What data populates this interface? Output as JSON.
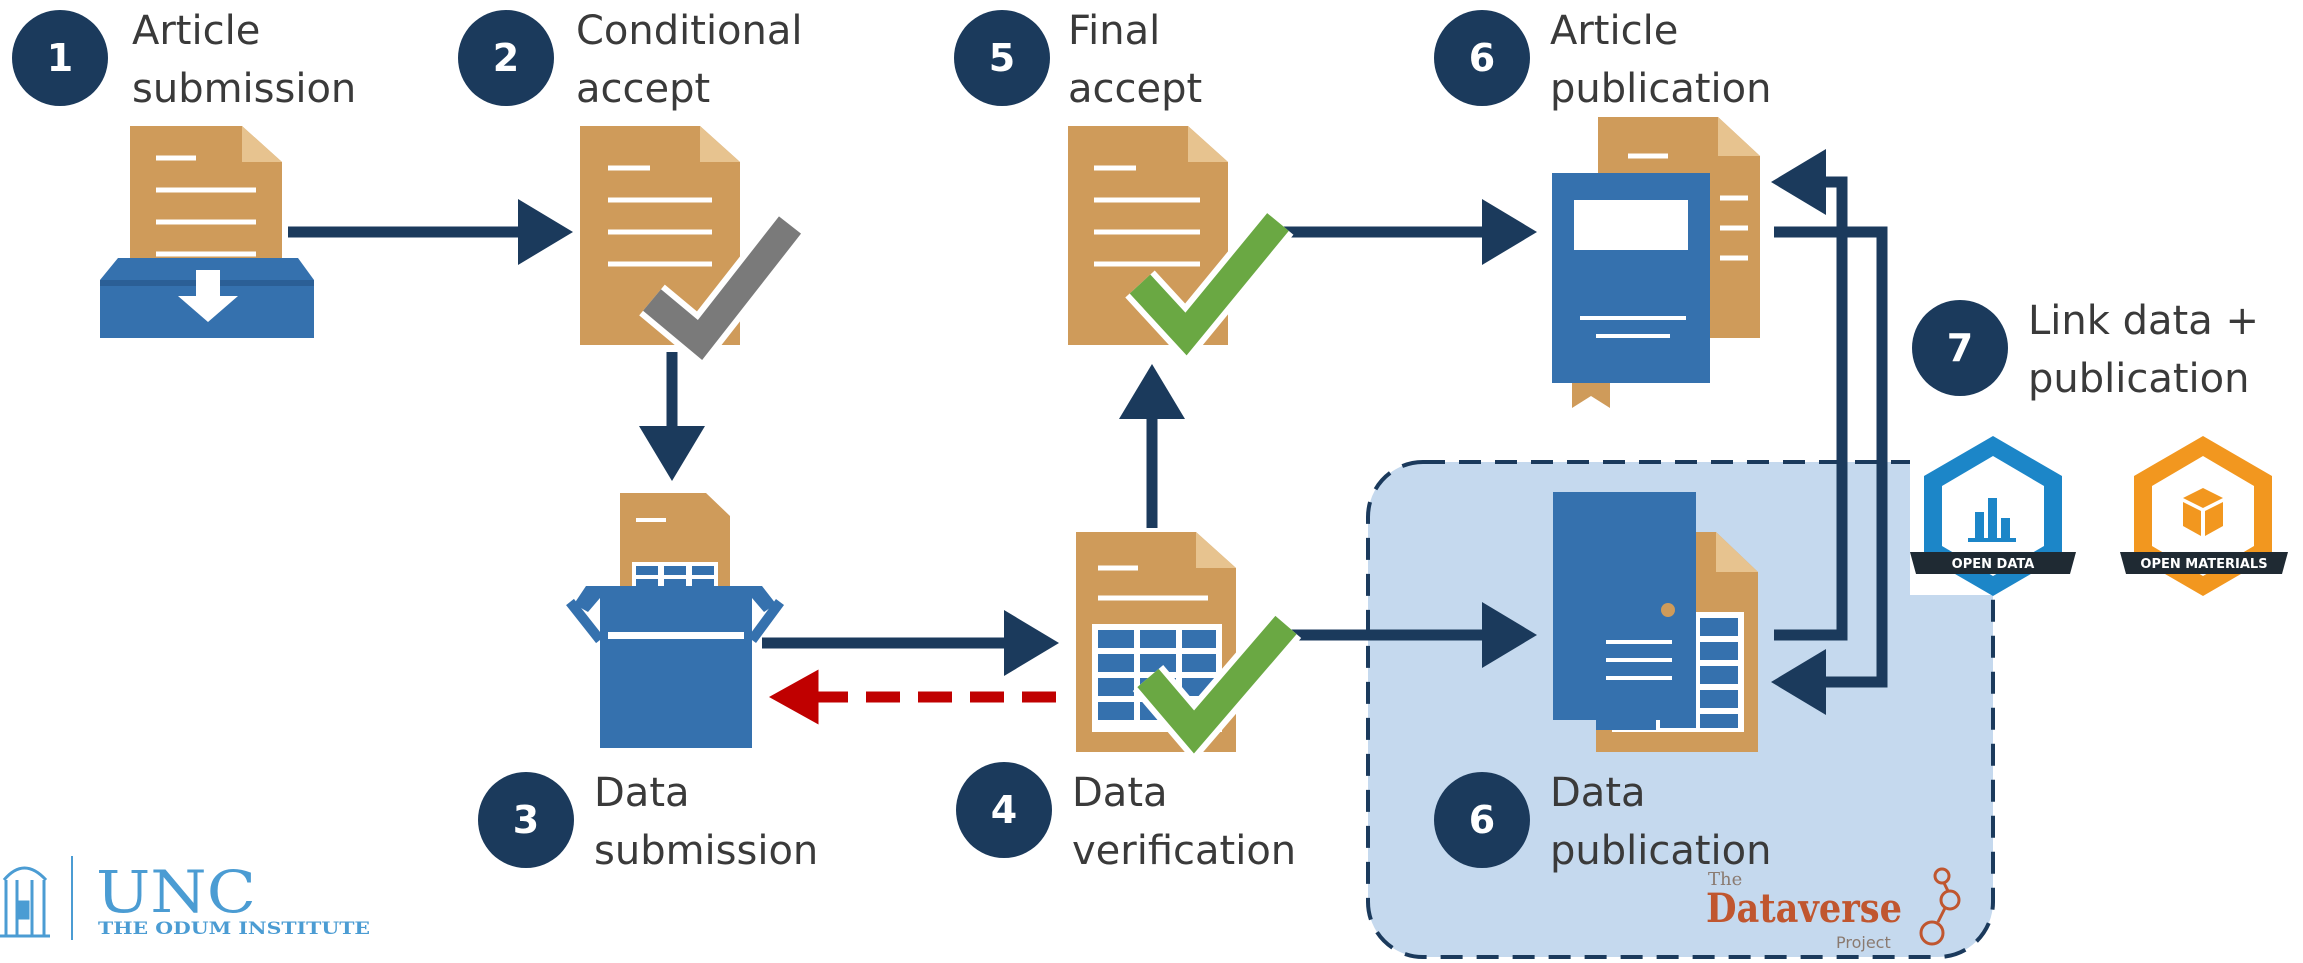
{
  "steps": [
    {
      "num": "1",
      "line1": "Article",
      "line2": "submission"
    },
    {
      "num": "2",
      "line1": "Conditional",
      "line2": "accept"
    },
    {
      "num": "3",
      "line1": "Data",
      "line2": "submission"
    },
    {
      "num": "4",
      "line1": "Data",
      "line2": "verification"
    },
    {
      "num": "5",
      "line1": "Final",
      "line2": "accept"
    },
    {
      "num": "6",
      "line1": "Article",
      "line2": "publication"
    },
    {
      "num": "6",
      "line1": "Data",
      "line2": "publication"
    },
    {
      "num": "7",
      "line1": "Link data +",
      "line2": "publication"
    }
  ],
  "badges": {
    "open_data": "OPEN DATA",
    "open_materials": "OPEN MATERIALS"
  },
  "dataverse": {
    "the": "The",
    "name": "Dataverse",
    "project": "Project"
  },
  "unc": {
    "name": "UNC",
    "institute": "THE ODUM INSTITUTE"
  },
  "colors": {
    "navy": "#1b3a5c",
    "doc": "#cf9b5a",
    "blue": "#3571ae",
    "green": "#6aa843",
    "gray": "#7a7a7a",
    "red": "#c00000",
    "region": "#c5d9ee",
    "dataverse": "#c0562f"
  },
  "icons": [
    "inbox-icon",
    "document-icon",
    "checkmark-icon",
    "box-icon",
    "spreadsheet-icon",
    "book-icon",
    "server-icon"
  ]
}
